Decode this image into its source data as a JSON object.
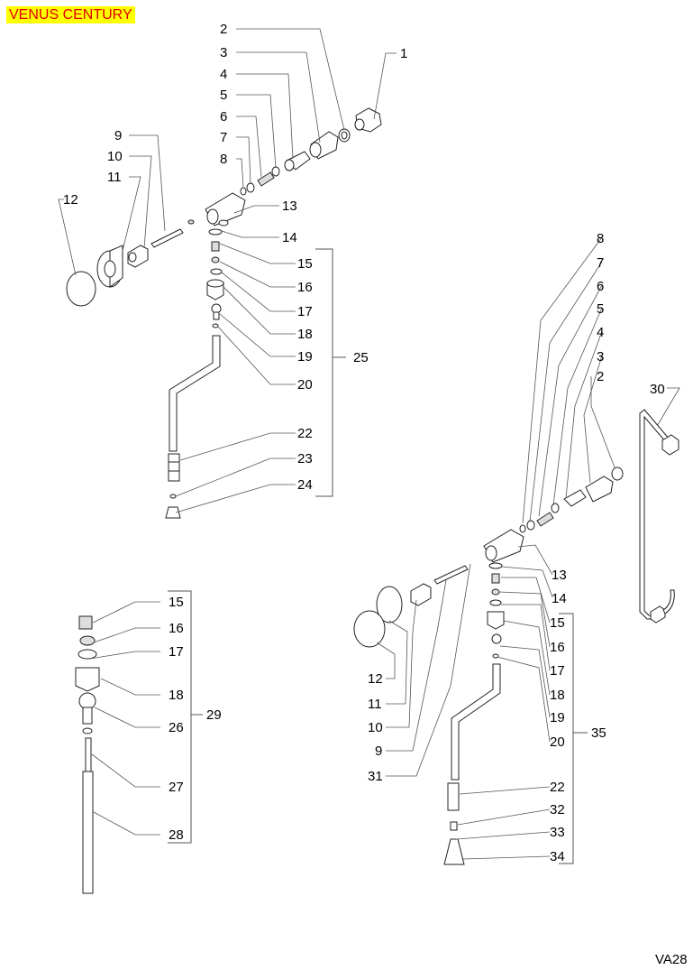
{
  "title": "VENUS CENTURY",
  "drawing_code": "VA28",
  "colors": {
    "title_bg": "#ffff00",
    "title_text": "#e00000"
  },
  "upper_assembly": {
    "callouts": [
      "1",
      "2",
      "3",
      "4",
      "5",
      "6",
      "7",
      "8",
      "9",
      "10",
      "11",
      "12",
      "13",
      "14",
      "15",
      "16",
      "17",
      "18",
      "19",
      "20",
      "22",
      "23",
      "24"
    ],
    "group_label": "25"
  },
  "lower_left_assembly": {
    "callouts": [
      "15",
      "16",
      "17",
      "18",
      "26",
      "27",
      "28"
    ],
    "group_label": "29"
  },
  "right_assembly": {
    "callouts": [
      "8",
      "7",
      "6",
      "5",
      "4",
      "3",
      "2",
      "13",
      "14",
      "15",
      "16",
      "17",
      "18",
      "19",
      "20",
      "22",
      "32",
      "33",
      "34",
      "12",
      "11",
      "10",
      "9",
      "31"
    ],
    "group_label": "35"
  },
  "side_pipe": {
    "callout": "30"
  }
}
